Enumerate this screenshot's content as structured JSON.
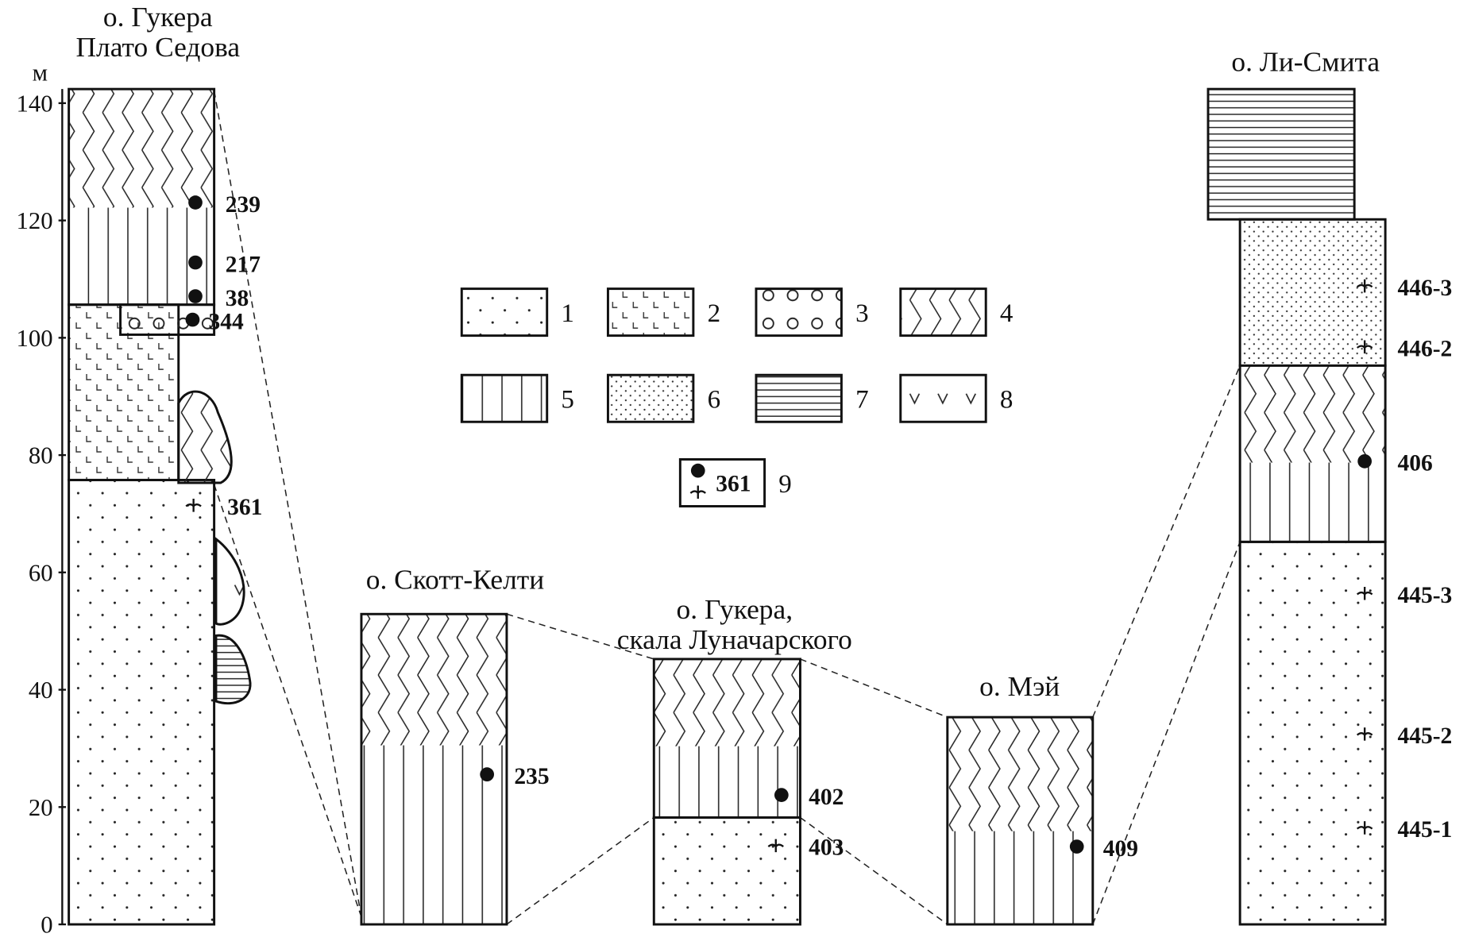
{
  "axis": {
    "unit": "м",
    "ticks": [
      "0",
      "20",
      "40",
      "60",
      "80",
      "100",
      "120",
      "140"
    ]
  },
  "columns": [
    {
      "title_lines": [
        "о. Гукера",
        "Плато Седова"
      ]
    },
    {
      "title_lines": [
        "о. Скотт-Келти"
      ]
    },
    {
      "title_lines": [
        "о. Гукера,",
        "скала Луначарского"
      ]
    },
    {
      "title_lines": [
        "о. Мэй"
      ]
    },
    {
      "title_lines": [
        "о. Ли-Смита"
      ]
    }
  ],
  "samples": [
    {
      "label": "239",
      "type": "dot"
    },
    {
      "label": "217",
      "type": "dot"
    },
    {
      "label": "38",
      "type": "dot"
    },
    {
      "label": "344",
      "type": "dot"
    },
    {
      "label": "361",
      "type": "plant"
    },
    {
      "label": "235",
      "type": "dot"
    },
    {
      "label": "402",
      "type": "dot"
    },
    {
      "label": "403",
      "type": "plant"
    },
    {
      "label": "409",
      "type": "dot"
    },
    {
      "label": "446-3",
      "type": "plant"
    },
    {
      "label": "446-2",
      "type": "plant"
    },
    {
      "label": "406",
      "type": "dot"
    },
    {
      "label": "445-3",
      "type": "plant"
    },
    {
      "label": "445-2",
      "type": "plant"
    },
    {
      "label": "445-1",
      "type": "plant"
    }
  ],
  "legend": {
    "items": [
      {
        "num": "1",
        "pattern": "sparse-dots"
      },
      {
        "num": "2",
        "pattern": "hooks"
      },
      {
        "num": "3",
        "pattern": "circles"
      },
      {
        "num": "4",
        "pattern": "zigzag"
      },
      {
        "num": "5",
        "pattern": "vertical-lines"
      },
      {
        "num": "6",
        "pattern": "dense-dots"
      },
      {
        "num": "7",
        "pattern": "horizontal-lines"
      },
      {
        "num": "8",
        "pattern": "v-marks"
      }
    ],
    "sample_key": {
      "num": "9",
      "example": "361"
    }
  }
}
